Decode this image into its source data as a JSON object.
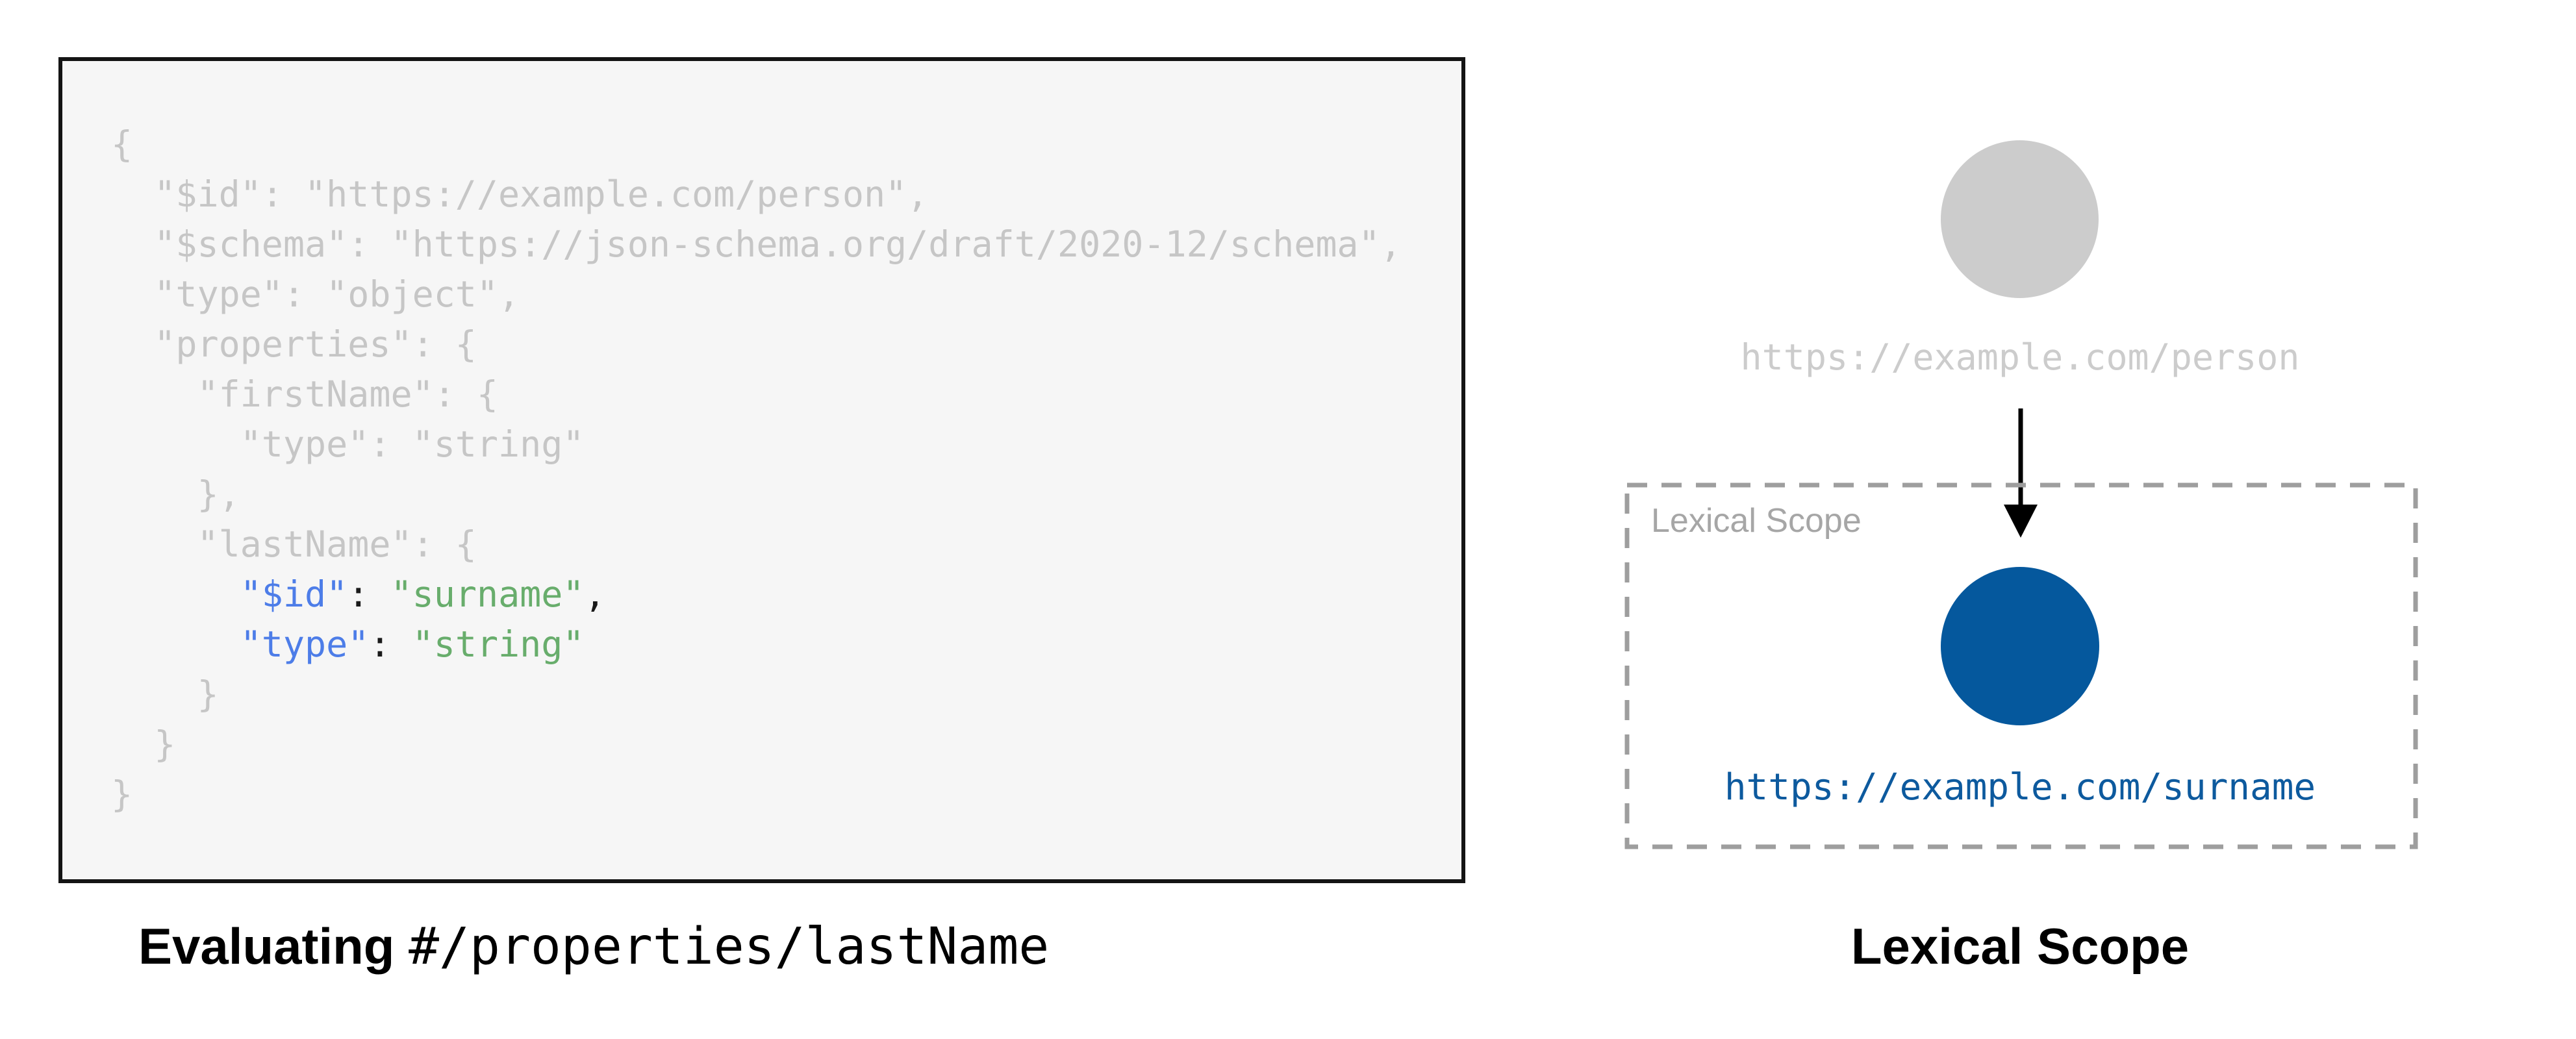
{
  "colors": {
    "code_background": "#f6f6f6",
    "code_border": "#141414",
    "code_dim_text": "#c6c6c6",
    "code_key_blue": "#4d7de8",
    "code_string_green": "#68ad6c",
    "code_punct_black": "#1a1a1a",
    "gray_node": "#cccccc",
    "blue_node": "#05589d",
    "blue_url_text": "#0d5a9e",
    "dashed_border": "#9e9e9e",
    "scope_label_gray": "#a6a6a6",
    "arrow_black": "#000000"
  },
  "code_panel": {
    "language": "json-schema",
    "lines": [
      [
        {
          "t": "{",
          "c": "dim"
        }
      ],
      [
        {
          "t": "  \"$id\": \"https://example.com/person\",",
          "c": "dim"
        }
      ],
      [
        {
          "t": "  \"$schema\": \"https://json-schema.org/draft/2020-12/schema\",",
          "c": "dim"
        }
      ],
      [
        {
          "t": "  \"type\": \"object\",",
          "c": "dim"
        }
      ],
      [
        {
          "t": "  \"properties\": {",
          "c": "dim"
        }
      ],
      [
        {
          "t": "    \"firstName\": {",
          "c": "dim"
        }
      ],
      [
        {
          "t": "      \"type\": \"string\"",
          "c": "dim"
        }
      ],
      [
        {
          "t": "    },",
          "c": "dim"
        }
      ],
      [
        {
          "t": "    \"lastName\": {",
          "c": "dim"
        }
      ],
      [
        {
          "t": "      ",
          "c": "dim"
        },
        {
          "t": "\"$id\"",
          "c": "key"
        },
        {
          "t": ": ",
          "c": "punct"
        },
        {
          "t": "\"surname\"",
          "c": "str"
        },
        {
          "t": ",",
          "c": "punct"
        }
      ],
      [
        {
          "t": "      ",
          "c": "dim"
        },
        {
          "t": "\"type\"",
          "c": "key"
        },
        {
          "t": ": ",
          "c": "punct"
        },
        {
          "t": "\"string\"",
          "c": "str"
        }
      ],
      [
        {
          "t": "    }",
          "c": "dim"
        }
      ],
      [
        {
          "t": "  }",
          "c": "dim"
        }
      ],
      [
        {
          "t": "}",
          "c": "dim"
        }
      ]
    ]
  },
  "left_caption": {
    "prefix": "Evaluating",
    "pointer": "#/properties/lastName"
  },
  "diagram": {
    "parent_node_label": "https://example.com/person",
    "scope_box_label": "Lexical Scope",
    "child_node_label": "https://example.com/surname",
    "caption": "Lexical Scope"
  }
}
